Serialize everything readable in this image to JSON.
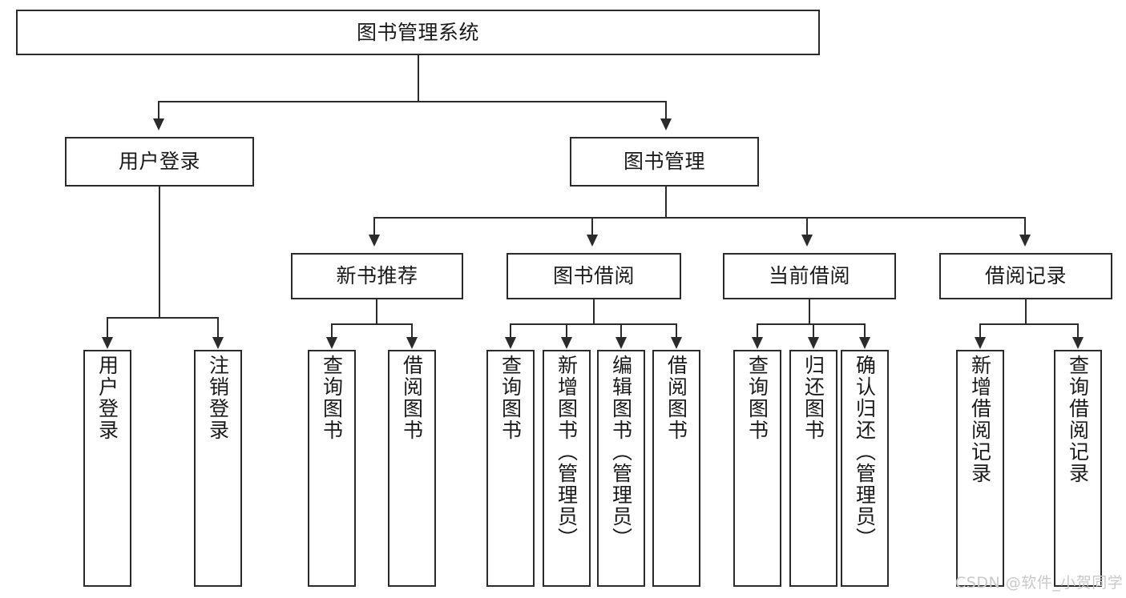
{
  "diagram": {
    "type": "hierarchy-tree",
    "title": "图书管理系统",
    "watermark": "CSDN @软件_小贺同学",
    "root": {
      "id": "root",
      "label": "图书管理系统"
    },
    "level2": [
      {
        "id": "user-login",
        "label": "用户登录"
      },
      {
        "id": "book-management",
        "label": "图书管理"
      }
    ],
    "level3": [
      {
        "id": "new-book-recommend",
        "label": "新书推荐",
        "parent": "book-management"
      },
      {
        "id": "book-borrow",
        "label": "图书借阅",
        "parent": "book-management"
      },
      {
        "id": "current-borrow",
        "label": "当前借阅",
        "parent": "book-management"
      },
      {
        "id": "borrow-record",
        "label": "借阅记录",
        "parent": "book-management"
      }
    ],
    "leaves": [
      {
        "id": "leaf-user-login",
        "label": "用户登录",
        "parent": "user-login"
      },
      {
        "id": "leaf-logout-login",
        "label": "注销登录",
        "parent": "user-login"
      },
      {
        "id": "leaf-query-book-1",
        "label": "查询图书",
        "parent": "new-book-recommend"
      },
      {
        "id": "leaf-borrow-book-1",
        "label": "借阅图书",
        "parent": "new-book-recommend"
      },
      {
        "id": "leaf-query-book-2",
        "label": "查询图书",
        "parent": "book-borrow"
      },
      {
        "id": "leaf-add-book",
        "label": "新增图书（管理员）",
        "parent": "book-borrow"
      },
      {
        "id": "leaf-edit-book",
        "label": "编辑图书（管理员）",
        "parent": "book-borrow"
      },
      {
        "id": "leaf-borrow-book-2",
        "label": "借阅图书",
        "parent": "book-borrow"
      },
      {
        "id": "leaf-query-book-3",
        "label": "查询图书",
        "parent": "current-borrow"
      },
      {
        "id": "leaf-return-book",
        "label": "归还图书",
        "parent": "current-borrow"
      },
      {
        "id": "leaf-confirm-return",
        "label": "确认归还（管理员）",
        "parent": "current-borrow"
      },
      {
        "id": "leaf-add-record",
        "label": "新增借阅记录",
        "parent": "borrow-record"
      },
      {
        "id": "leaf-query-record",
        "label": "查询借阅记录",
        "parent": "borrow-record"
      }
    ],
    "colors": {
      "stroke": "#2b2b2b",
      "fill": "#ffffff",
      "text": "#1a1a1a",
      "watermark": "#c9c9c9"
    }
  }
}
